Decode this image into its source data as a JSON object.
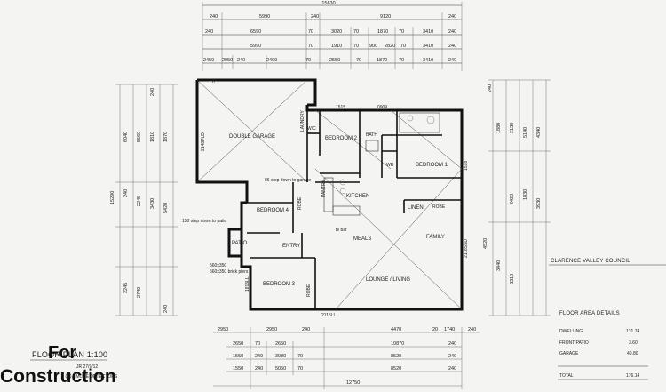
{
  "top_dims": {
    "overall": "15630",
    "row1": [
      "240",
      "5990",
      "240",
      "9120",
      "240"
    ],
    "row2": [
      "240",
      "6590",
      "70",
      "3020",
      "70",
      "1870",
      "70",
      "3410",
      "240"
    ],
    "row3": [
      "5990",
      "70",
      "1910",
      "70",
      "900",
      "2820",
      "70",
      "3410",
      "240"
    ],
    "row4": [
      "2450",
      "2950",
      "240",
      "2490",
      "70",
      "2550",
      "70",
      "1870",
      "70",
      "3410",
      "240"
    ]
  },
  "rooms": {
    "double_garage": "DOUBLE GARAGE",
    "bedroom2": "BEDROOM 2",
    "bedroom1": "BEDROOM 1",
    "bedroom4": "BEDROOM 4",
    "bedroom3": "BEDROOM 3",
    "kitchen": "KITCHEN",
    "family": "FAMILY",
    "meals": "MEALS",
    "lounge": "LOUNGE / LIVING",
    "linen": "LINEN",
    "robe": "ROBE",
    "patio": "PATIO",
    "entry": "ENTRY",
    "laundry": "LAUNDRY",
    "wc": "W/C",
    "bath": "BATH",
    "wr": "WR",
    "pantry": "PANTRY",
    "bbar": "b/ bar"
  },
  "notes": {
    "step_garage": "86 step down to garage",
    "step_patio": "150 step down to patio",
    "brick_piers": "560x350 brick piers",
    "width_top1": "1515",
    "width_top2": "0909",
    "width_top3": "2148PLD",
    "width_right": "1518",
    "side_right": "2118SSD",
    "bottom1": "2115LL",
    "bottom2": "1815LL",
    "fp": "F/P"
  },
  "left_dims": [
    "6040",
    "5560",
    "240",
    "1810",
    "1870",
    "240",
    "2245",
    "3430",
    "5420",
    "2245",
    "15290",
    "2740",
    "240"
  ],
  "right_dims": [
    "240",
    "1880",
    "2130",
    "5140",
    "4340",
    "4520",
    "3440",
    "2420",
    "3310",
    "1830",
    "3930"
  ],
  "bottom_dims": {
    "row1": [
      "2950",
      "2950",
      "240",
      "4470",
      "20",
      "1740",
      "240"
    ],
    "row2": [
      "2650",
      "70",
      "2650",
      "10870",
      "240"
    ],
    "row3": [
      "1550",
      "240",
      "3080",
      "70",
      "8520",
      "240"
    ],
    "row4": [
      "1550",
      "240",
      "5050",
      "70",
      "8520",
      "240"
    ],
    "overall": "12750"
  },
  "council_label": "CLARENCE VALLEY COUNCIL",
  "area_details": {
    "heading": "FLOOR AREA DETAILS",
    "rows": [
      {
        "name": "DWELLING",
        "value": "131.74"
      },
      {
        "name": "FRONT PATIO",
        "value": "3.60"
      },
      {
        "name": "GARAGE",
        "value": "40.80"
      }
    ],
    "total_label": "TOTAL",
    "total_value": "176.14"
  },
  "floor_plan_title": "FLOOR PLAN 1:100",
  "smoke_detectors": "SMOKE DETECTORS",
  "stamp": {
    "line1": "For",
    "line2": "Construction",
    "initials": "JR 27/9/12"
  }
}
